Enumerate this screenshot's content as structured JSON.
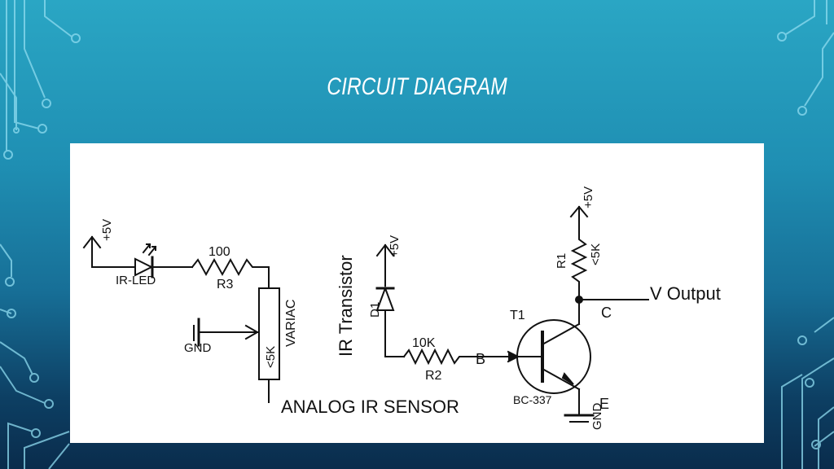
{
  "slide": {
    "title": "CIRCUIT DIAGRAM"
  },
  "diagram": {
    "labels": {
      "vcc_led": "+5V",
      "ir_led": "IR-LED",
      "r3_value": "100",
      "r3_name": "R3",
      "variac_name": "VARIAC",
      "variac_value": "<5K",
      "gnd_left": "GND",
      "ir_transistor": "IR Transistor",
      "vcc_d1": "+5V",
      "d1_name": "D1",
      "r2_value": "10K",
      "r2_name": "R2",
      "base_label": "B",
      "t1_name": "T1",
      "t1_part": "BC-337",
      "vcc_r1": "+5V",
      "r1_name": "R1",
      "r1_value": "<5K",
      "collector_label": "C",
      "v_output": "V Output",
      "emitter_label": "E",
      "gnd_right": "GND",
      "caption": "ANALOG IR SENSOR"
    }
  },
  "colors": {
    "background_top": "#2aa6c4",
    "background_bottom": "#0a2c4c",
    "circuit_lines": "#7fd6ee",
    "panel": "#ffffff",
    "ink": "#111111"
  }
}
